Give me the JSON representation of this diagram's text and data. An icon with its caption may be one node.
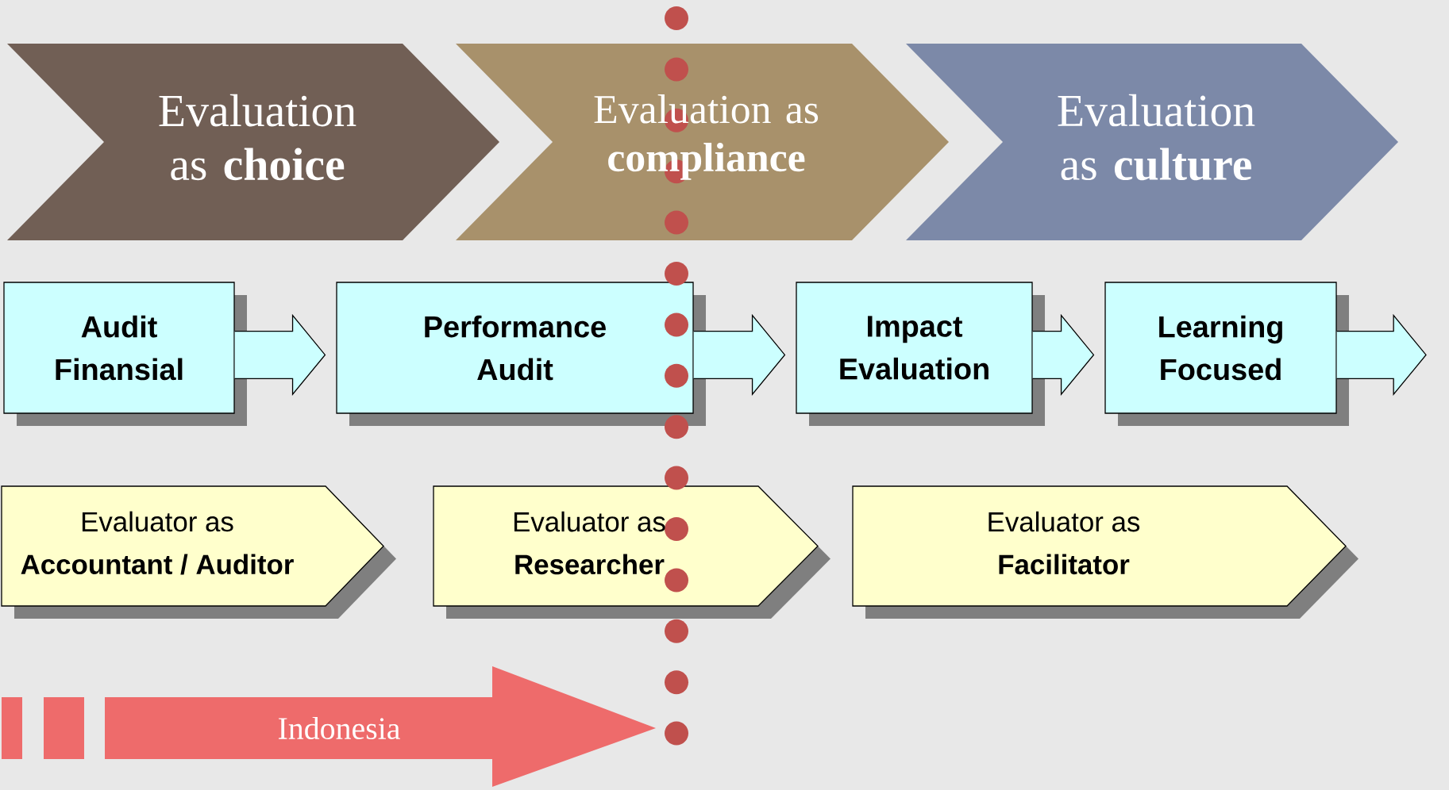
{
  "diagram": {
    "nodes": [
      {
        "text": [
          "Evaluation as **choice**"
        ]
      },
      {
        "text": [
          "Evaluation as **compliance**"
        ]
      },
      {
        "text": [
          "Evaluation as **culture**"
        ]
      },
      {
        "text": [
          "Audit Finansial"
        ]
      },
      {
        "text": [
          "Performance Audit"
        ]
      },
      {
        "text": [
          "Impact Evaluation"
        ]
      },
      {
        "text": [
          "Learning Focused"
        ]
      },
      {
        "text": [
          "Evaluator as",
          "Accountant / Auditor"
        ]
      },
      {
        "text": [
          "Evaluator as",
          "Researcher"
        ]
      },
      {
        "text": [
          "Evaluator as",
          "Facilitator"
        ]
      },
      {
        "text": [
          "Indonesia"
        ]
      }
    ],
    "edges": [
      {
        "from": 3,
        "to": 4,
        "arrow": "to"
      },
      {
        "from": 4,
        "to": 5,
        "arrow": "to"
      },
      {
        "from": 5,
        "to": 6,
        "arrow": "to"
      },
      {
        "from": 6,
        "to": null,
        "arrow": "to"
      }
    ]
  }
}
